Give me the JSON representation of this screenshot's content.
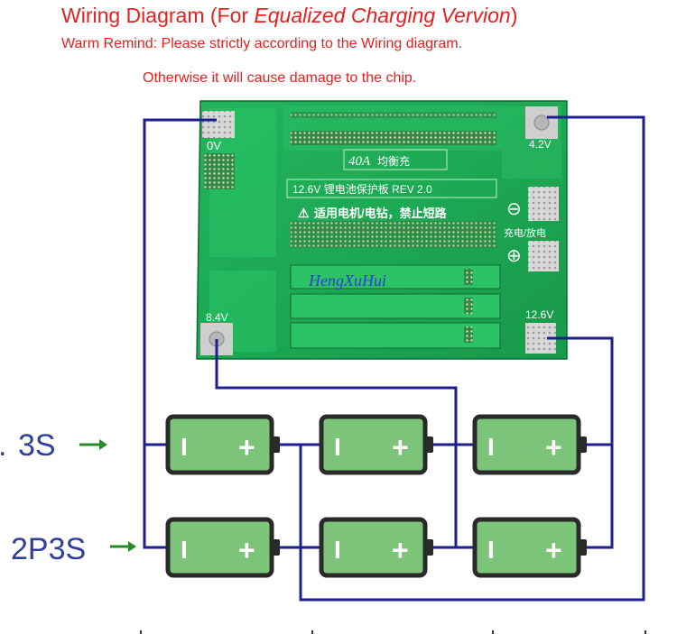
{
  "title": {
    "prefix": "Wiring Diagram (For ",
    "emphasis": "Equalized Charging Vervion",
    "suffix": ")"
  },
  "remind_line1": "Warm Remind: Please strictly according to the Wiring diagram.",
  "remind_line2": "Otherwise it will cause damage to the chip.",
  "board": {
    "label_0v": "0V",
    "label_42v": "4.2V",
    "label_84v": "8.4V",
    "label_126v": "12.6V",
    "rating": "40A",
    "rating_cn": "均衡充",
    "model": "12.6V 锂电池保护板 REV 2.0",
    "warning": "适用电机/电钻，禁止短路",
    "charge_discharge": "充电/放电",
    "minus_symbol": "⊖",
    "plus_symbol": "⊕",
    "brand": "HengXuHui"
  },
  "configs": {
    "three_s": "3S",
    "two_p_three_s": "2P3S"
  },
  "battery": {
    "minus": "I",
    "plus": "+"
  },
  "colors": {
    "title_red": "#e8201f",
    "wire_blue": "#1e1f8e",
    "board_green": "#1faa55",
    "battery_green": "#7cc47a",
    "battery_outline": "#2a2a2a",
    "label_blue": "#2f3f9a",
    "arrow_green": "#2a8a2a"
  }
}
